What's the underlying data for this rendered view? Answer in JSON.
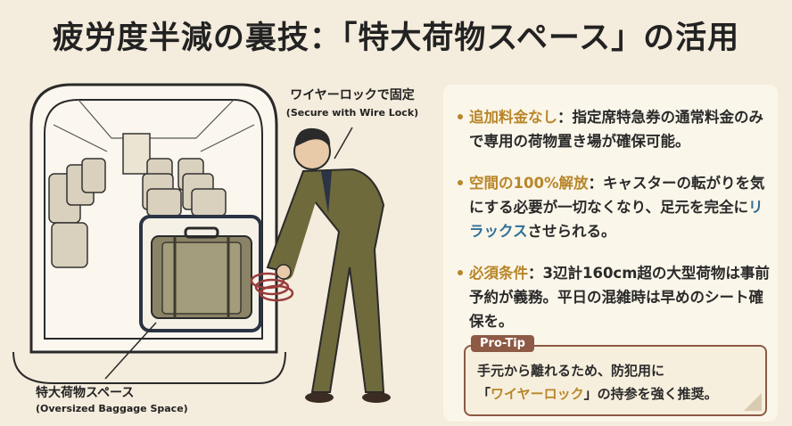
{
  "title": "疲労度半減の裏技：「特大荷物スペース」の活用",
  "callouts": {
    "wire_lock_jp": "ワイヤーロックで固定",
    "wire_lock_en": "(Secure with Wire Lock)",
    "space_jp": "特大荷物スペース",
    "space_en": "(Oversized Baggage Space)"
  },
  "bullets": [
    {
      "head": "追加料金なし",
      "sep": "：",
      "body": "指定席特急券の通常料金のみで専用の荷物置き場が確保可能。"
    },
    {
      "head": "空間の100%解放",
      "sep": "：",
      "body_before": "キャスターの転がりを気にする必要が一切なくなり、足元を完全に",
      "emph": "リラックス",
      "body_after": "させられる。"
    },
    {
      "head": "必須条件",
      "sep": "：",
      "body": "3辺計160cm超の大型荷物は事前予約が義務。平日の混雑時は早めのシート確保を。"
    }
  ],
  "protip": {
    "tag": "Pro-Tip",
    "line1": "手元から離れるため、防犯用に",
    "quote_open": "「",
    "emph": "ワイヤーロック",
    "quote_close": "」",
    "line2_after": "の持参を強く推奨。"
  },
  "colors": {
    "background": "#f4ecdc",
    "accent_gold": "#b8862a",
    "accent_blue": "#2f6f96",
    "protip_brown": "#8d5a45",
    "suit_olive": "#6f6a3c"
  }
}
